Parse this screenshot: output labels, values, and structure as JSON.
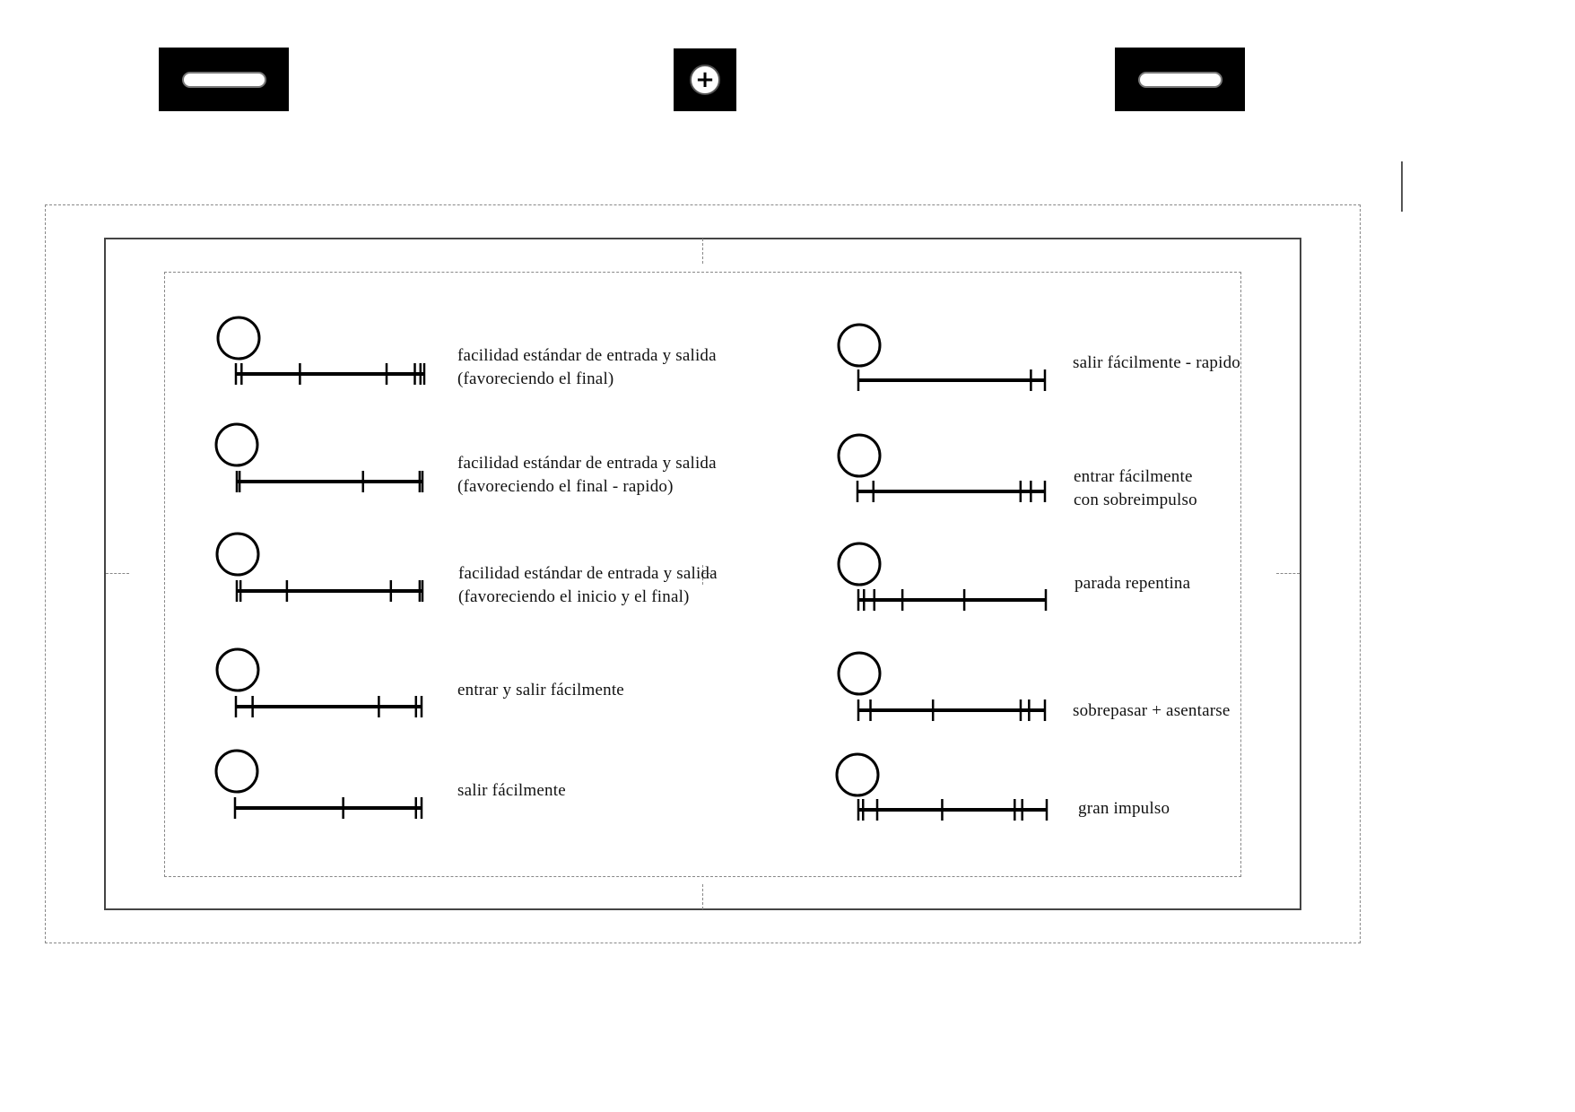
{
  "toolbar": {
    "left_button_icon": "slot-icon",
    "center_button_icon": "plus-circle-icon",
    "center_button_glyph": "+",
    "right_button_icon": "slot-icon"
  },
  "left_column": [
    {
      "line1": "facilidad estándar de entrada y salida",
      "line2": "(favoreciendo el final)",
      "ticks": [
        0.0,
        0.03,
        0.34,
        0.8,
        0.95,
        0.98,
        1.0
      ]
    },
    {
      "line1": "facilidad estándar de entrada y salida",
      "line2": "(favoreciendo el final - rapido)",
      "ticks": [
        0.0,
        0.015,
        0.68,
        0.985,
        1.0
      ]
    },
    {
      "line1": "facilidad estándar de entrada y salida",
      "line2": "(favoreciendo el inicio y el final)",
      "ticks": [
        0.0,
        0.02,
        0.27,
        0.83,
        0.985,
        1.0
      ]
    },
    {
      "line1": "entrar y salir fácilmente",
      "line2": "",
      "ticks": [
        0.0,
        0.09,
        0.77,
        0.97,
        1.0
      ]
    },
    {
      "line1": "salir fácilmente",
      "line2": "",
      "ticks": [
        0.0,
        0.58,
        0.97,
        1.0
      ]
    }
  ],
  "right_column": [
    {
      "line1": "salir fácilmente - rapido",
      "line2": "",
      "ticks": [
        0.0,
        0.925,
        1.0
      ]
    },
    {
      "line1": "entrar fácilmente",
      "line2": "con sobreimpulso",
      "ticks": [
        0.0,
        0.085,
        0.87,
        0.925,
        1.0
      ]
    },
    {
      "line1": "parada repentina",
      "line2": "",
      "ticks": [
        0.0,
        0.03,
        0.085,
        0.235,
        0.565,
        1.0
      ]
    },
    {
      "line1": "sobrepasar + asentarse",
      "line2": "",
      "ticks": [
        0.0,
        0.065,
        0.4,
        0.87,
        0.915,
        1.0
      ]
    },
    {
      "line1": "gran impulso",
      "line2": "",
      "ticks": [
        0.0,
        0.025,
        0.1,
        0.445,
        0.83,
        0.87,
        1.0
      ]
    }
  ]
}
